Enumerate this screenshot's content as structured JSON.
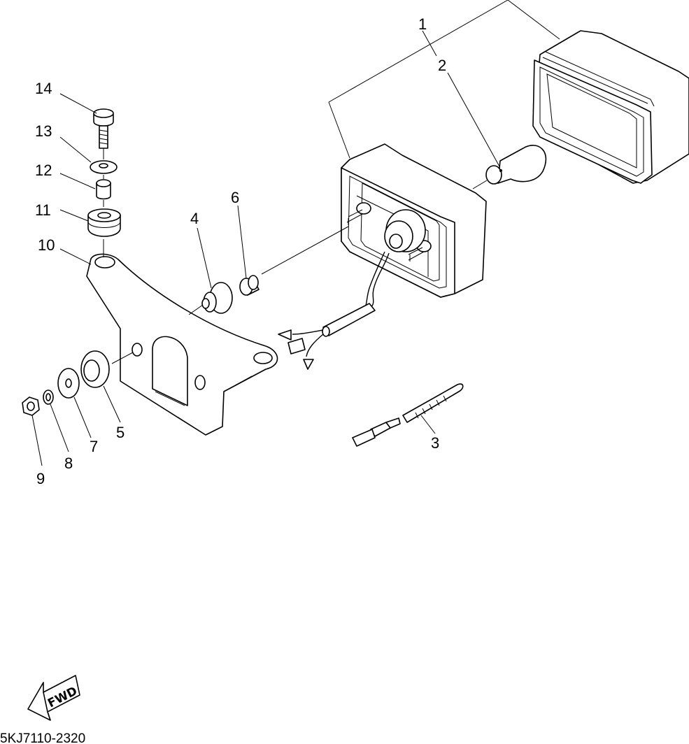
{
  "callouts": {
    "p1": "1",
    "p2": "2",
    "p3": "3",
    "p4": "4",
    "p5": "5",
    "p6": "6",
    "p7": "7",
    "p8": "8",
    "p9": "9",
    "p10": "10",
    "p11": "11",
    "p12": "12",
    "p13": "13",
    "p14": "14"
  },
  "fwd_label": "FWD",
  "drawing_code": "5KJ7110-2320"
}
